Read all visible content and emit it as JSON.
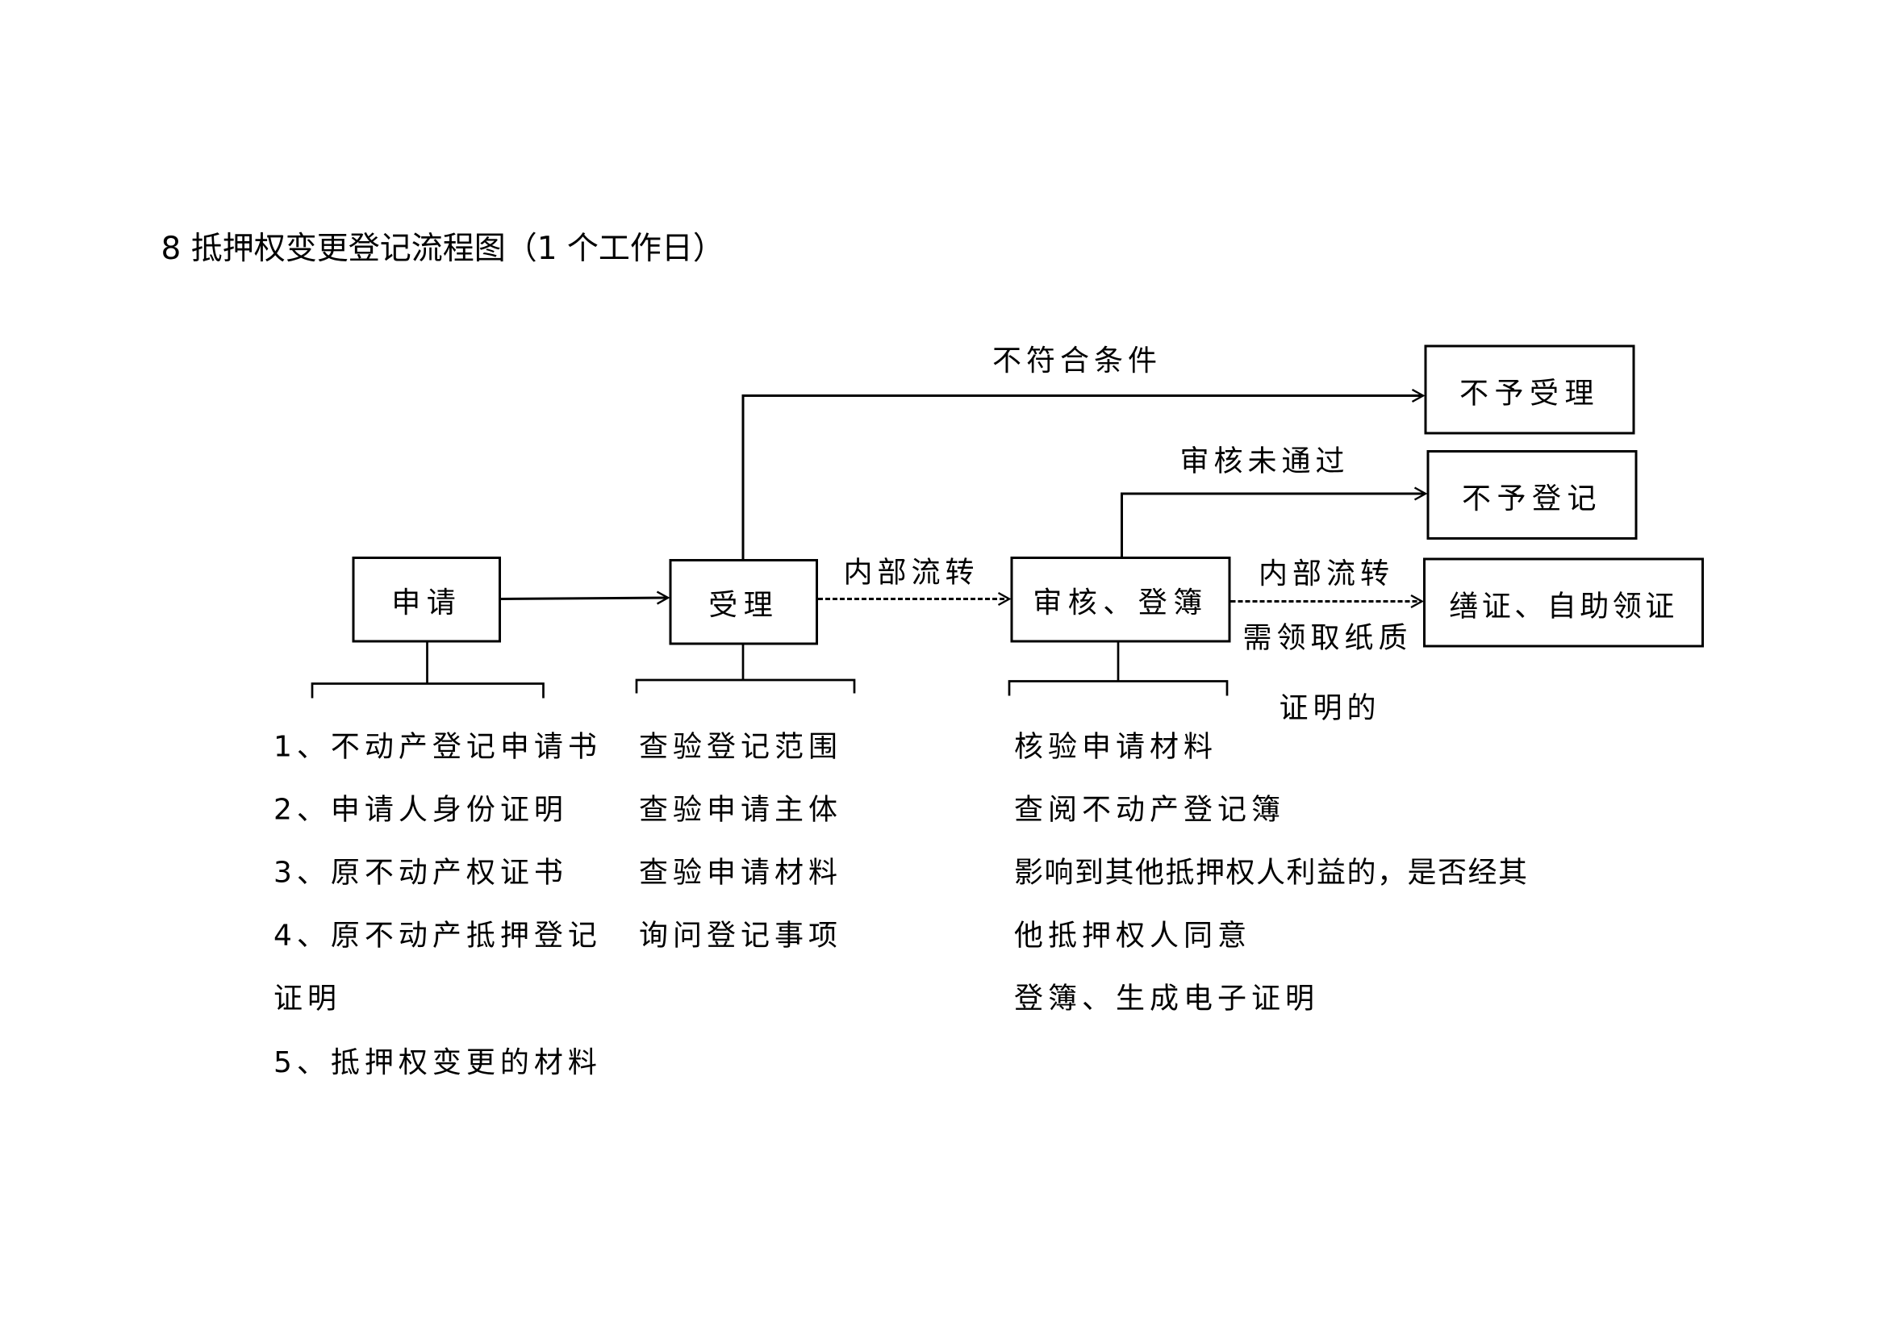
{
  "title": "8   抵押权变更登记流程图（1 个工作日）",
  "boxes": {
    "apply": "申请",
    "accept": "受理",
    "review": "审核、登簿",
    "reject_accept": "不予受理",
    "reject_register": "不予登记",
    "certificate": "缮证、自助领证"
  },
  "edge_labels": {
    "not_qualified": "不符合条件",
    "review_failed": "审核未通过",
    "internal_transfer_1": "内部流转",
    "internal_transfer_2": "内部流转",
    "paper_cert_line1": "需领取纸质",
    "paper_cert_line2": "证明的"
  },
  "apply_items": [
    "1、不动产登记申请书",
    "2、申请人身份证明",
    "3、原不动产权证书",
    "4、原不动产抵押登记",
    "证明",
    "5、抵押权变更的材料"
  ],
  "accept_items": [
    "查验登记范围",
    "查验申请主体",
    "查验申请材料",
    "询问登记事项"
  ],
  "review_items": [
    "核验申请材料",
    "查阅不动产登记簿",
    "影响到其他抵押权人利益的，是否经其",
    "他抵押权人同意",
    "登簿、生成电子证明"
  ]
}
